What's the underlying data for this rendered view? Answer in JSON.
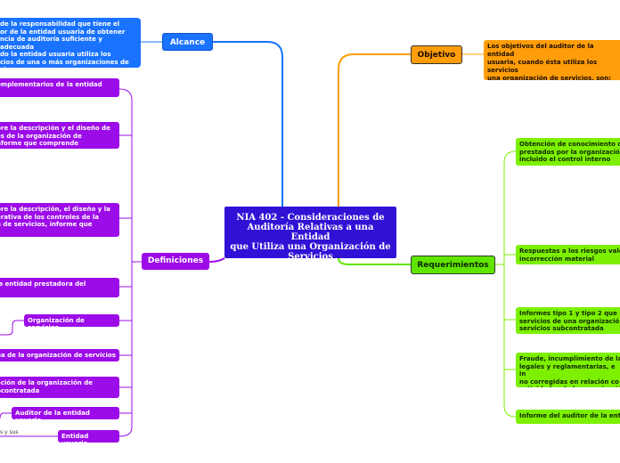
{
  "central": {
    "title": "NIA 402 - Consideraciones de\nAuditoría Relativas a una Entidad\nque Utiliza una Organización de\nServicios"
  },
  "colors": {
    "central": "#2f12d6",
    "alcance": "#1a73ff",
    "objetivo": "#ff9d0a",
    "requerimientos": "#5fe600",
    "definiciones": "#9c0ce8"
  },
  "branches": {
    "alcance": {
      "label": "Alcance",
      "description": "de la responsabilidad que tiene el\nor de la entidad usuaria de obtener\nncia de auditoría suficiente y adecuada\ndo la entidad usuaria utiliza los\ncios de una o más organizaciones de\ncios."
    },
    "objetivo": {
      "label": "Objetivo",
      "description": "Los objetivos del auditor de la entidad\nusuaria, cuando ésta utiliza los servicios\nuna organización de servicios, son:"
    },
    "requerimientos": {
      "label": "Requerimientos",
      "items": [
        "Obtención de conocimiento d\nprestados por la organizació\nincluido el control interno",
        "Respuestas a los riesgos valo\nincorrección material",
        "Informes tipo 1 y tipo 2 que\nservicios de una organizació\nservicios subcontratada",
        "Fraude, incumplimiento de la\nlegales y reglamentarias, e in\nno corregidas en relación co\nactividades de la organizació",
        "Informe del auditor de la enti"
      ]
    },
    "definiciones": {
      "label": "Definiciones",
      "items": [
        "omplementarios de la entidad",
        "bre la descripción y el diseño de\nes de la organización de\nnforme que comprende",
        "bre la descripción, el diseño y la\nerativa de los controles de la\nn de servicios, informe que",
        "la entidad prestadora del",
        "Organización de servicios",
        "na de la organización de servicios",
        "ación de la organización de\nbcontratada",
        "Auditor de la entidad usuaria",
        "Entidad usuaria"
      ],
      "note": "s y sus"
    }
  }
}
